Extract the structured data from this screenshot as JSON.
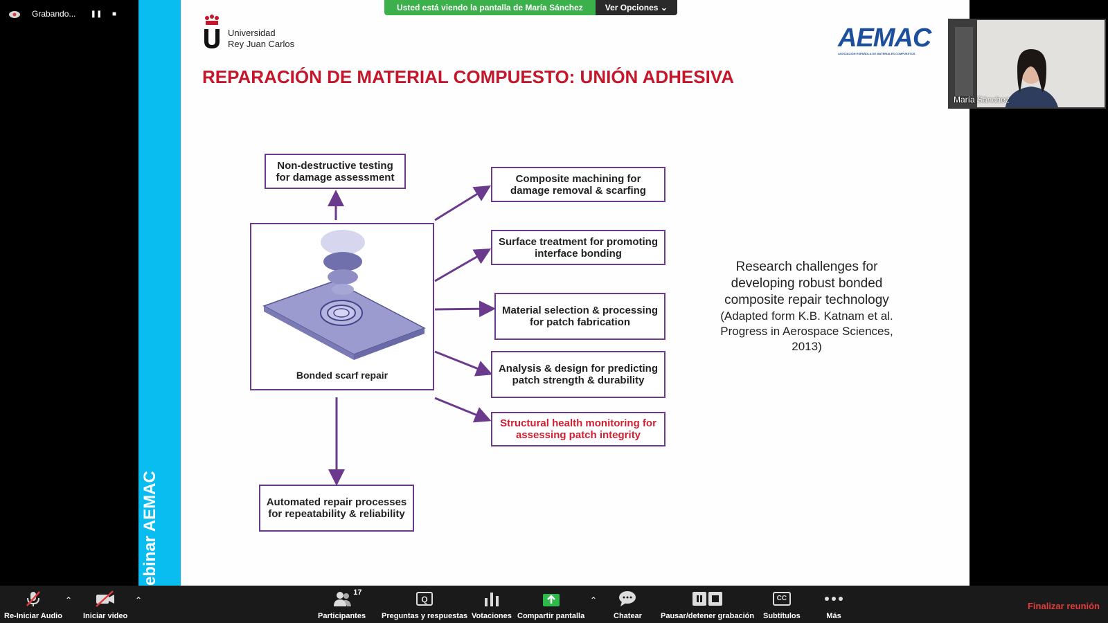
{
  "recording": {
    "label": "Grabando...",
    "pause_icon": "pause-icon",
    "stop_icon": "stop-icon"
  },
  "banner": {
    "message": "Usted está viendo la pantalla de María Sánchez",
    "options": "Ver Opciones"
  },
  "slide": {
    "sidebar_text": "ebinar AEMAC",
    "university": {
      "line1": "Universidad",
      "line2": "Rey Juan Carlos"
    },
    "aemac_logo": "AEMAC",
    "aemac_tagline": "ASOCIACIÓN ESPAÑOLA DE MATERIALES COMPUESTOS",
    "title": "REPARACIÓN DE MATERIAL COMPUESTO: UNIÓN ADHESIVA",
    "center_caption": "Bonded scarf repair",
    "boxes": {
      "ndt": "Non-destructive testing for damage assessment",
      "machining": "Composite machining for damage removal & scarfing",
      "surface": "Surface treatment for promoting interface bonding",
      "material": "Material selection & processing for patch fabrication",
      "analysis": "Analysis & design for predicting patch strength & durability",
      "shm": "Structural health monitoring for assessing patch integrity",
      "automated": "Automated repair processes for repeatability & reliability"
    },
    "research_main": "Research challenges for developing robust bonded composite repair technology",
    "research_cite": "(Adapted form K.B. Katnam et al. Progress in Aerospace Sciences, 2013)",
    "colors": {
      "title": "#c4172c",
      "sidebar": "#0abdf0",
      "box_border": "#6b3a8c",
      "shm_text": "#d21f32"
    }
  },
  "video": {
    "name": "María Sánchez"
  },
  "toolbar": {
    "audio": "Re-Iniciar Audio",
    "video": "Iniciar video",
    "participants": "Participantes",
    "participants_count": "17",
    "qa": "Preguntas y respuestas",
    "polls": "Votaciones",
    "share": "Compartir pantalla",
    "chat": "Chatear",
    "record": "Pausar/detener grabación",
    "subtitles": "Subtítulos",
    "subtitles_icon_text": "CC",
    "more": "Más",
    "end": "Finalizar reunión"
  }
}
